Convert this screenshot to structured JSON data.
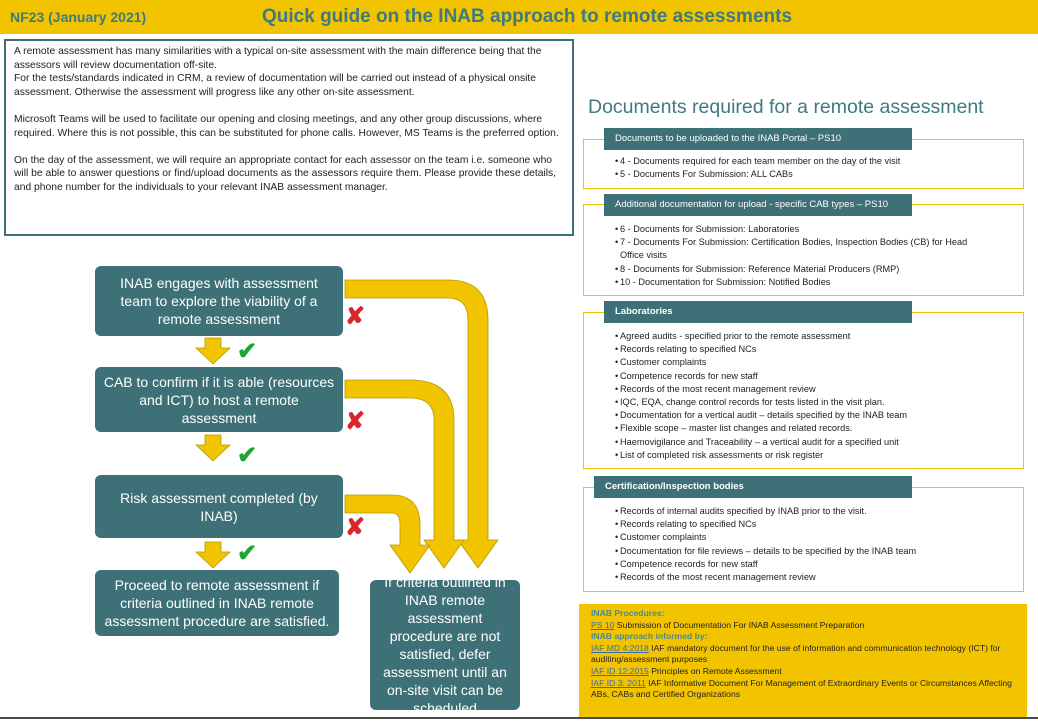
{
  "header": {
    "code": "NF23 (January 2021)",
    "title": "Quick guide on the INAB approach to remote assessments"
  },
  "intro": {
    "paragraphs": [
      "A remote assessment has many similarities with a typical on-site assessment with the main difference being that the assessors will review documentation off-site.\nFor the tests/standards indicated in CRM, a review of documentation will be carried out instead of a physical onsite assessment.  Otherwise the assessment will progress like any other on-site assessment.",
      "Microsoft Teams will be used to facilitate our opening and closing meetings, and any other group discussions, where required. Where this is not possible, this can be substituted for phone calls. However, MS Teams is the preferred option.",
      "On the day of the assessment, we will require an appropriate contact for each assessor on the team i.e. someone who will be able to answer questions or find/upload documents as the assessors require them. Please provide these details, and phone number for the individuals to your relevant INAB assessment manager."
    ]
  },
  "documents": {
    "title": "Documents required for a remote assessment",
    "sections": [
      {
        "heading": "Documents to be uploaded to the INAB Portal – PS10",
        "items": [
          "4 - Documents required for each team member on the day of the visit",
          "5 - Documents For Submission: ALL CABs"
        ]
      },
      {
        "heading": "Additional documentation for upload  - specific CAB types – PS10",
        "items": [
          "6 - Documents for Submission: Laboratories",
          "7 - Documents For Submission: Certification Bodies,  Inspection Bodies (CB) for Head Office visits",
          "8 - Documents for Submission: Reference Material Producers (RMP)",
          "10 - Documentation for Submission: Notified Bodies"
        ]
      },
      {
        "heading": "Laboratories",
        "items": [
          "Agreed audits - specified prior to the remote assessment",
          "Records relating to specified NCs",
          "Customer complaints",
          "Competence records for new staff",
          "Records of the most recent management review",
          "IQC, EQA, change control records for tests listed in the visit plan.",
          "Documentation for a vertical audit – details specified by the INAB team",
          "Flexible scope – master list changes and related records.",
          "Haemovigilance and Traceability – a vertical audit for a specified unit",
          "List of completed risk assessments or risk register"
        ]
      },
      {
        "heading": "Certification/Inspection bodies",
        "items": [
          "Records of internal audits specified by INAB prior to the visit.",
          "Records relating to specified NCs",
          "Customer complaints",
          "Documentation for file reviews – details to be specified by the INAB team",
          "Competence records for new staff",
          "Records of the most recent management review"
        ]
      }
    ]
  },
  "flow": {
    "steps": [
      "INAB engages with assessment team to explore the viability of a remote assessment",
      "CAB to confirm if it is able (resources and ICT) to host a remote assessment",
      "Risk assessment completed (by INAB)",
      "Proceed to remote assessment if criteria outlined in INAB remote assessment procedure are satisfied."
    ],
    "fallback": "If criteria outlined in INAB remote assessment procedure are not satisfied, defer assessment until an on-site visit can be scheduled",
    "cross_symbol": "✘",
    "check_symbol": "✔",
    "colors": {
      "box": "#3d7077",
      "arrow": "#f2c400",
      "cross": "#d9262b",
      "check": "#1fa538"
    }
  },
  "references": {
    "procedures_heading": "INAB Procedures:",
    "ps10_link": "PS 10",
    "ps10_text": " Submission of Documentation For INAB Assessment Preparation",
    "informed_heading": "INAB approach informed by:",
    "md4_link": "IAF MD 4:2018",
    "md4_text": " IAF mandatory document for the use of information and communication technology (ICT) for auditing/assessment purposes",
    "id12_link": "IAF ID 12:2015",
    "id12_text": " Principles on Remote Assessment",
    "id3_link": "IAF ID 3: 2011",
    "id3_text": " IAF Informative Document For Management of Extraordinary Events or Circumstances Affecting ABs, CABs and Certified Organizations"
  }
}
